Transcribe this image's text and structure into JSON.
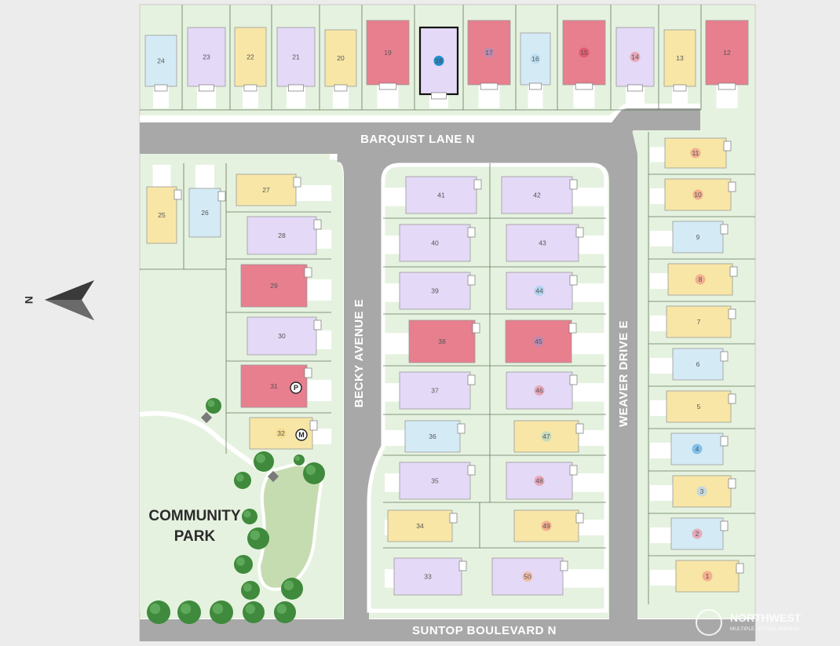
{
  "roads": {
    "north": "BARQUIST LANE N",
    "south": "SUNTOP BOULEVARD N",
    "west": "BECKY AVENUE E",
    "east": "WEAVER DRIVE E"
  },
  "park": {
    "line1": "COMMUNITY",
    "line2": "PARK"
  },
  "compass": {
    "label": "N"
  },
  "watermark": {
    "name": "NORTHWEST",
    "sub": "MULTIPLE LISTING SERVICE"
  },
  "markers": [
    {
      "lot": "31",
      "letter": "P"
    },
    {
      "lot": "32",
      "letter": "M"
    }
  ],
  "colors": {
    "yellow": "#f7e6a6",
    "lavender": "#e4d9f6",
    "pink": "#e77f8e",
    "blue": "#d4ebf6",
    "road": "#a8a8a8",
    "lawn": "#e6f2e0",
    "park": "#c5dcb0",
    "tree": "#3f8a3c",
    "highlight": "#1f8fd3"
  },
  "lots": [
    {
      "id": "1",
      "color": "yellow",
      "badge": "#f2a58b"
    },
    {
      "id": "2",
      "color": "blue",
      "badge": "#e7a0b0"
    },
    {
      "id": "3",
      "color": "yellow",
      "badge": "#bcd5e6"
    },
    {
      "id": "4",
      "color": "blue",
      "badge": "#72b9e8"
    },
    {
      "id": "5",
      "color": "yellow"
    },
    {
      "id": "6",
      "color": "blue"
    },
    {
      "id": "7",
      "color": "yellow"
    },
    {
      "id": "8",
      "color": "yellow",
      "badge": "#f2a58b"
    },
    {
      "id": "9",
      "color": "blue"
    },
    {
      "id": "10",
      "color": "yellow",
      "badge": "#f2a58b"
    },
    {
      "id": "11",
      "color": "yellow",
      "badge": "#f2a58b"
    },
    {
      "id": "12",
      "color": "pink"
    },
    {
      "id": "13",
      "color": "yellow"
    },
    {
      "id": "14",
      "color": "lavender",
      "badge": "#e7a0b0"
    },
    {
      "id": "15",
      "color": "pink",
      "badge": "#e4566c"
    },
    {
      "id": "16",
      "color": "blue",
      "badge": "#b8dcef"
    },
    {
      "id": "17",
      "color": "pink",
      "badge": "#b58db6"
    },
    {
      "id": "18",
      "color": "lavender",
      "badge": "#1f8fd3",
      "selected": true
    },
    {
      "id": "19",
      "color": "pink"
    },
    {
      "id": "20",
      "color": "yellow"
    },
    {
      "id": "21",
      "color": "lavender"
    },
    {
      "id": "22",
      "color": "yellow"
    },
    {
      "id": "23",
      "color": "lavender"
    },
    {
      "id": "24",
      "color": "blue"
    },
    {
      "id": "25",
      "color": "yellow"
    },
    {
      "id": "26",
      "color": "blue"
    },
    {
      "id": "27",
      "color": "yellow"
    },
    {
      "id": "28",
      "color": "lavender"
    },
    {
      "id": "29",
      "color": "pink"
    },
    {
      "id": "30",
      "color": "lavender"
    },
    {
      "id": "31",
      "color": "pink"
    },
    {
      "id": "32",
      "color": "yellow",
      "badge": "#f7d88b"
    },
    {
      "id": "33",
      "color": "lavender"
    },
    {
      "id": "34",
      "color": "yellow"
    },
    {
      "id": "35",
      "color": "lavender"
    },
    {
      "id": "36",
      "color": "blue"
    },
    {
      "id": "37",
      "color": "lavender"
    },
    {
      "id": "38",
      "color": "pink"
    },
    {
      "id": "39",
      "color": "lavender"
    },
    {
      "id": "40",
      "color": "lavender"
    },
    {
      "id": "41",
      "color": "lavender"
    },
    {
      "id": "42",
      "color": "lavender"
    },
    {
      "id": "43",
      "color": "lavender"
    },
    {
      "id": "44",
      "color": "lavender",
      "badge": "#a9d2ef"
    },
    {
      "id": "45",
      "color": "pink",
      "badge": "#b58db6"
    },
    {
      "id": "46",
      "color": "lavender",
      "badge": "#e7a0b0"
    },
    {
      "id": "47",
      "color": "yellow",
      "badge": "#bcd8c2"
    },
    {
      "id": "48",
      "color": "lavender",
      "badge": "#e7a0b0"
    },
    {
      "id": "49",
      "color": "yellow",
      "badge": "#f2a58b"
    },
    {
      "id": "50",
      "color": "lavender",
      "badge": "#f2b89b"
    }
  ]
}
